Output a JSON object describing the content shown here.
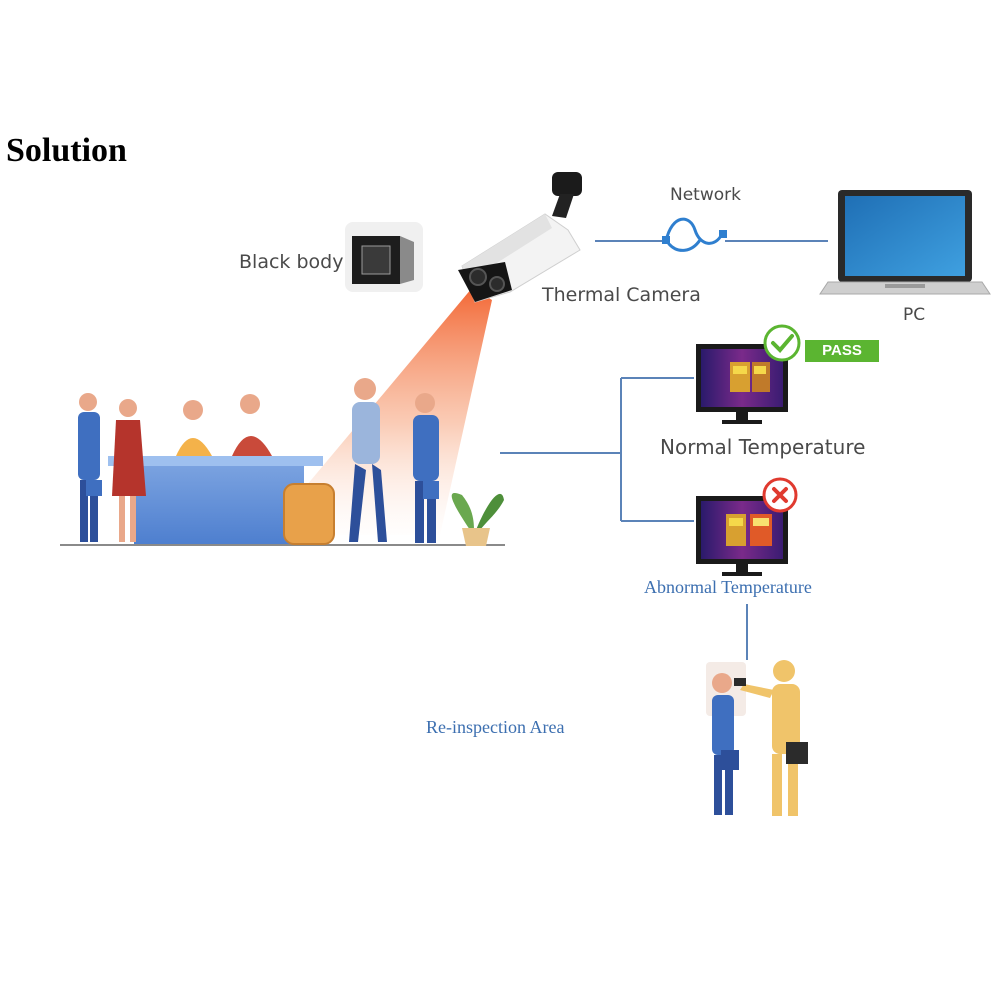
{
  "title": "Solution",
  "labels": {
    "black_body": "Black body",
    "thermal_camera": "Thermal Camera",
    "network": "Network",
    "pc": "PC",
    "normal_temperature": "Normal Temperature",
    "abnormal_temperature": "Abnormal Temperature",
    "reinspection_area": "Re-inspection Area",
    "pass": "PASS"
  },
  "colors": {
    "connector_line": "#5b83b8",
    "label_blue": "#3c6fb0",
    "pass_green": "#5bb531",
    "fail_red": "#e03a2f",
    "beam_orange": "#f2602b"
  }
}
